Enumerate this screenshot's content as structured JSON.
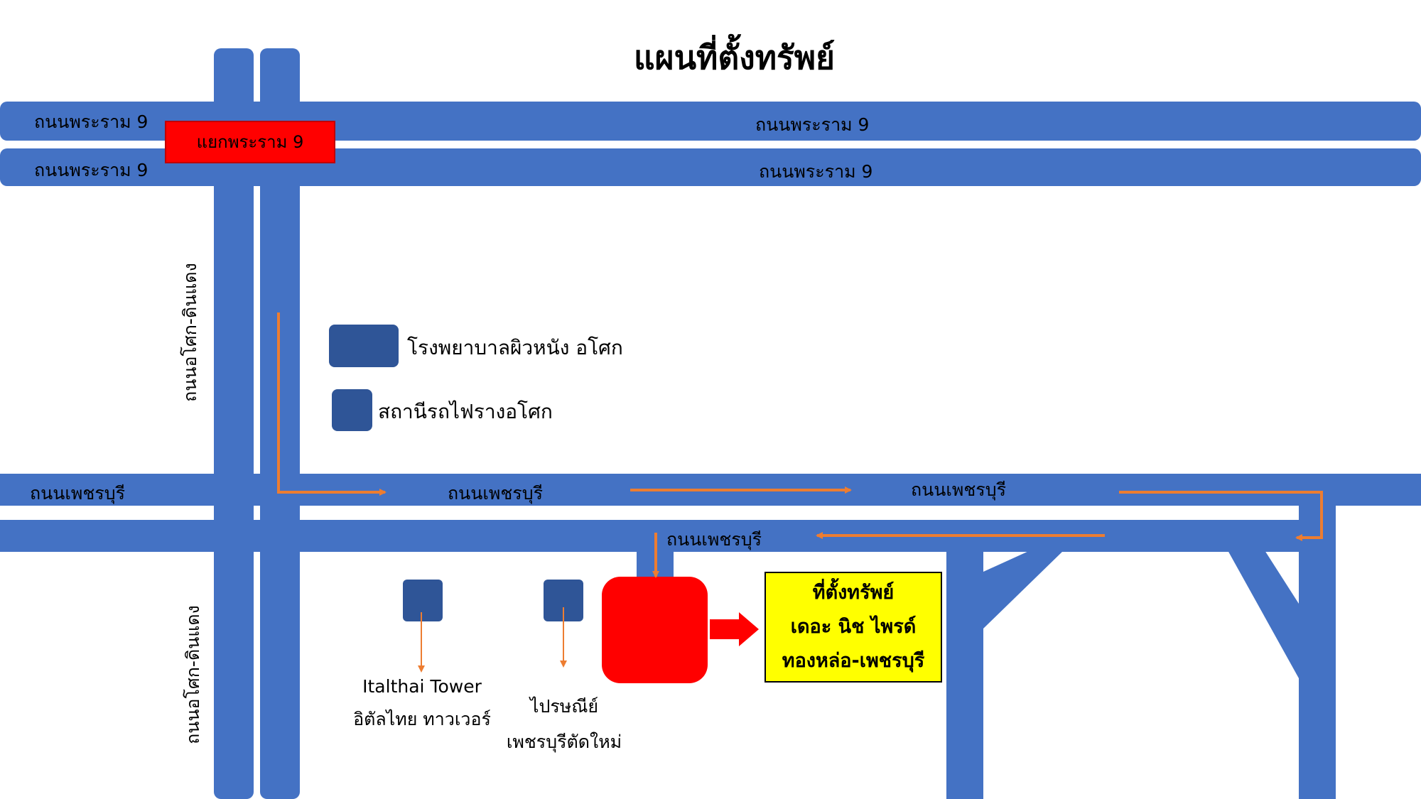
{
  "title": "แผนที่ตั้งทรัพย์",
  "roads": {
    "rama9_left_top": "ถนนพระราม 9",
    "rama9_left_bottom": "ถนนพระราม 9",
    "rama9_right_top": "ถนนพระราม 9",
    "rama9_right_bottom": "ถนนพระราม 9",
    "asok_upper": "ถนนอโศก-ดินแดง",
    "asok_lower": "ถนนอโศก-ดินแดง",
    "petchburi_left": "ถนนเพชรบุรี",
    "petchburi_mid": "ถนนเพชรบุรี",
    "petchburi_right": "ถนนเพชรบุรี",
    "petchburi_lower": "ถนนเพชรบุรี"
  },
  "junction": "แยกพระราม 9",
  "legend": [
    {
      "label": "โรงพยาบาลผิวหนัง อโศก"
    },
    {
      "label": "สถานีรถไฟรางอโศก"
    }
  ],
  "pois": {
    "italthai_line1": "Italthai Tower",
    "italthai_line2": "อิตัลไทย ทาวเวอร์",
    "post_line1": "ไปรษณีย์",
    "post_line2": "เพชรบุรีตัดใหม่"
  },
  "property": {
    "line1": "ที่ตั้งทรัพย์",
    "line2": "เดอะ นิช ไพรด์",
    "line3": "ทองหล่อ-เพชรบุรี"
  },
  "colors": {
    "road": "#4472c4",
    "building": "#2f5597",
    "route_arrow": "#ed7d31",
    "property": "#ff0000",
    "label_box": "#ffff00"
  }
}
